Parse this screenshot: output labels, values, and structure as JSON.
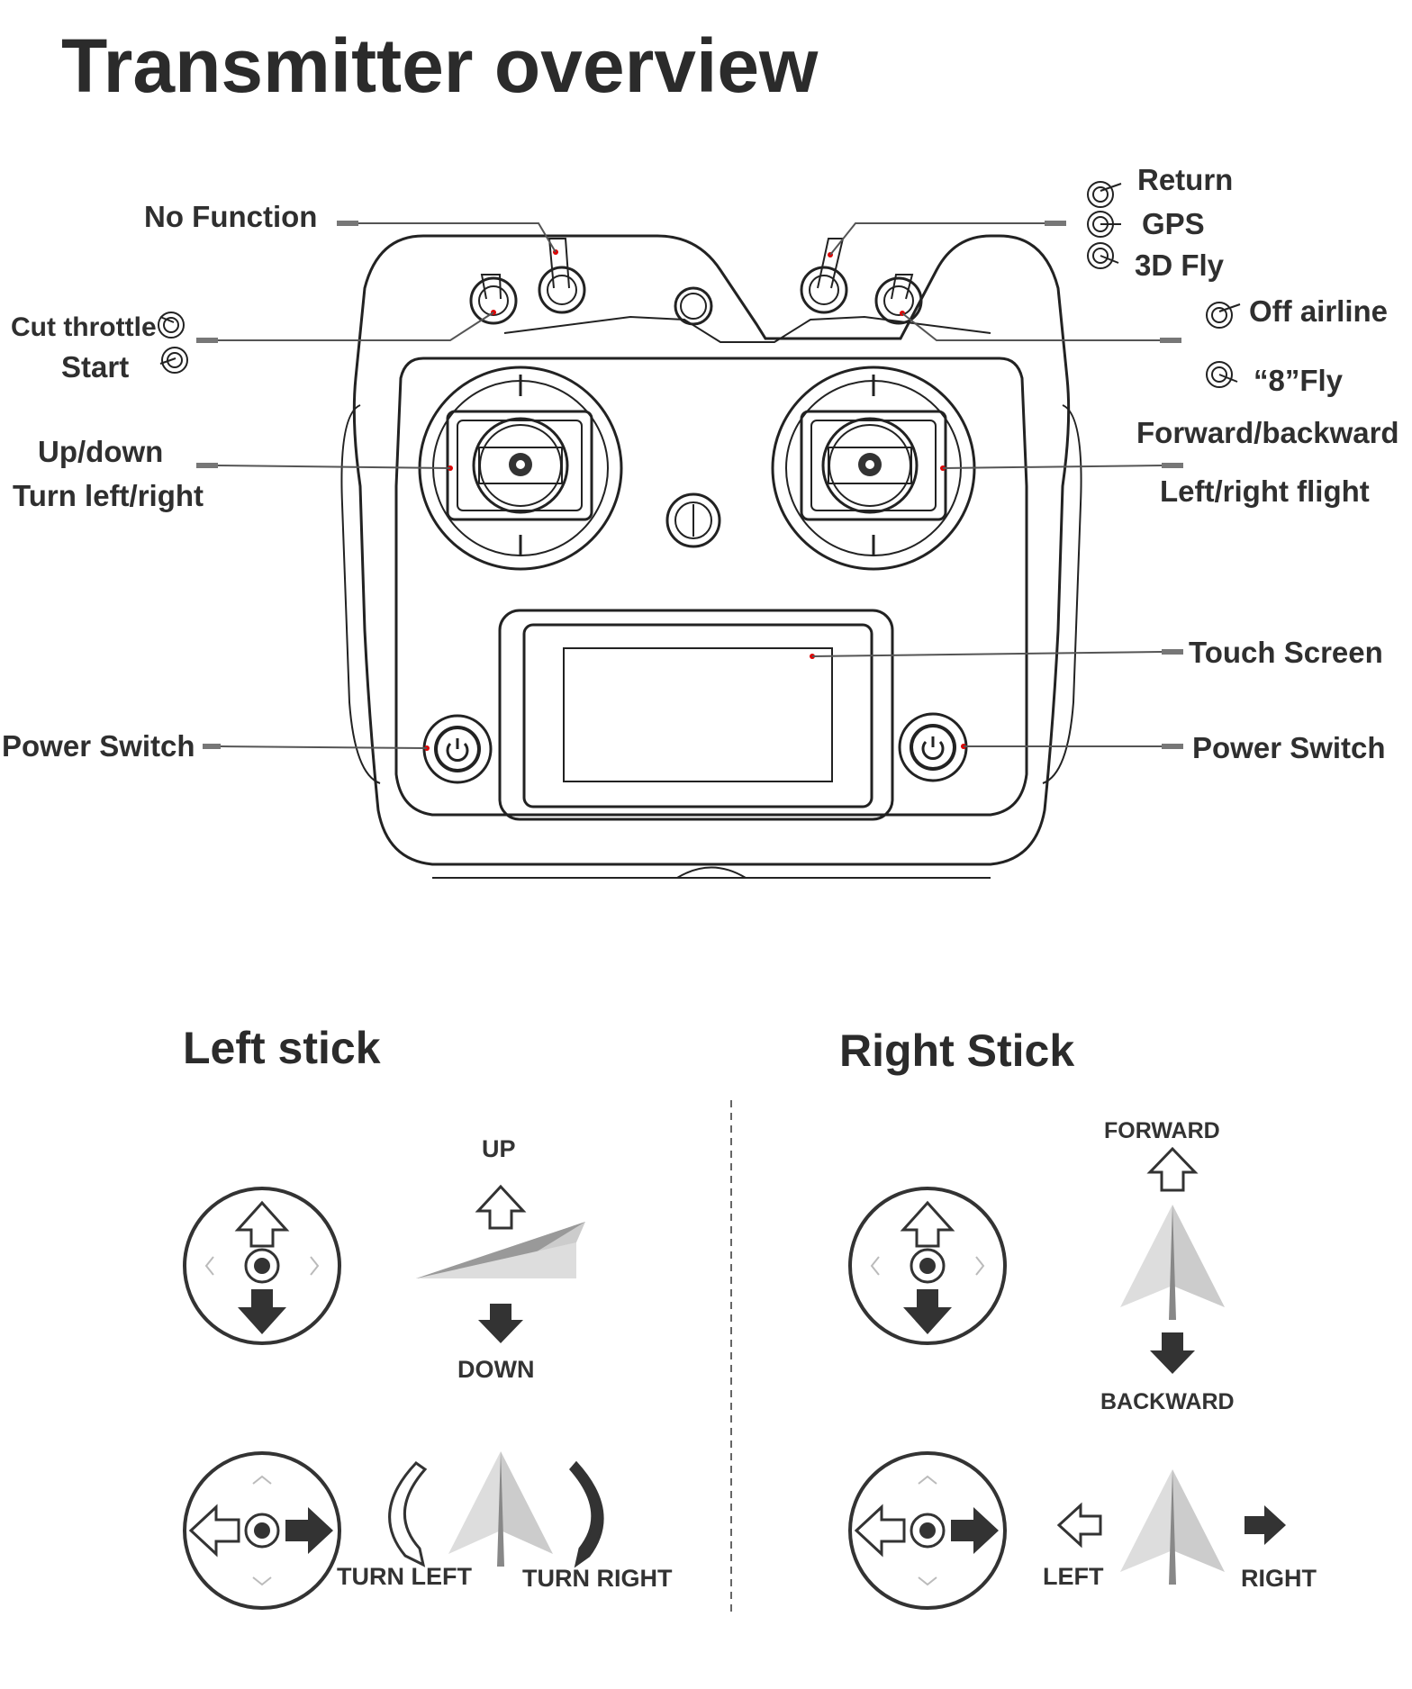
{
  "title": "Transmitter overview",
  "labels": {
    "no_function": "No Function",
    "cut_throttle": "Cut throttle",
    "start": "Start",
    "up_down": "Up/down",
    "turn_left_right": "Turn left/right",
    "power_switch_left": "Power Switch",
    "return": "Return",
    "gps": "GPS",
    "fly_3d": "3D Fly",
    "off_airline": "Off airline",
    "fly_8": "“8”Fly",
    "forward_backward": "Forward/backward",
    "left_right_flight": "Left/right flight",
    "touch_screen": "Touch Screen",
    "power_switch_right": "Power Switch"
  },
  "left_stick": {
    "heading": "Left stick",
    "up": "UP",
    "down": "DOWN",
    "turn_left": "TURN LEFT",
    "turn_right": "TURN RIGHT"
  },
  "right_stick": {
    "heading": "Right Stick",
    "forward": "FORWARD",
    "backward": "BACKWARD",
    "left": "LEFT",
    "right": "RIGHT"
  }
}
